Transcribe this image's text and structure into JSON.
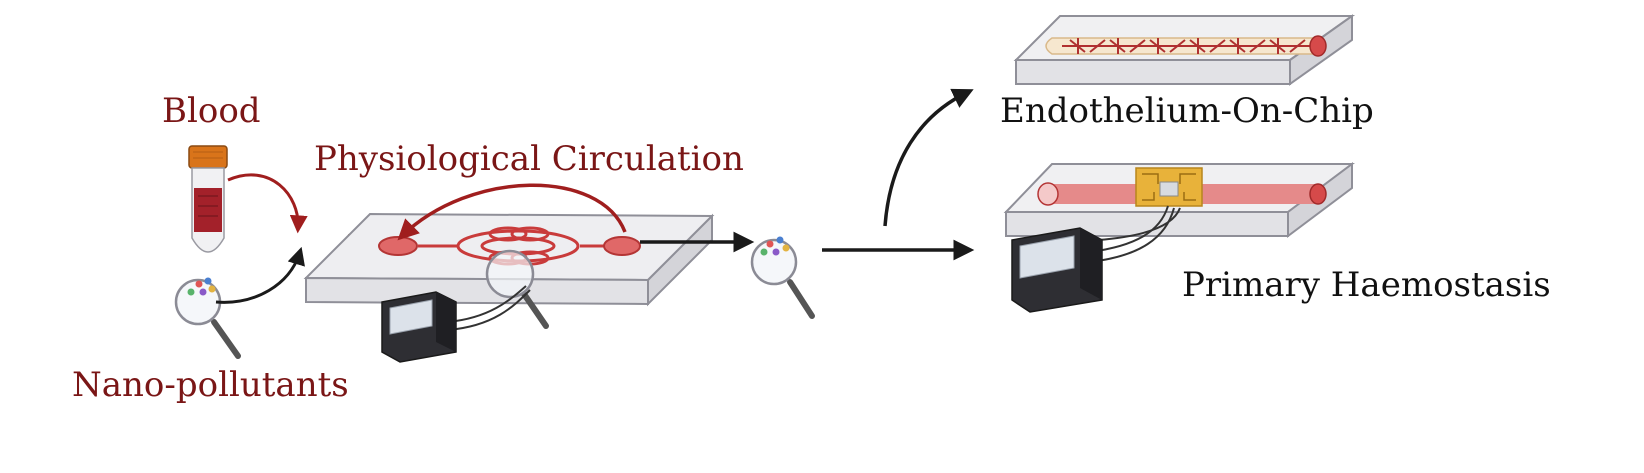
{
  "labels": {
    "blood": "Blood",
    "physiological_circulation": "Physiological Circulation",
    "nano_pollutants": "Nano-pollutants",
    "endothelium_on_chip": "Endothelium-On-Chip",
    "primary_haemostasis": "Primary Haemostasis"
  },
  "colors": {
    "label_red": "#7a1616",
    "label_black": "#111111",
    "chip_fill": "#eeeef0",
    "channel_red": "#d64a4a",
    "tube_cap": "#d9741a",
    "arrow_brown": "#a35a1a",
    "chip_gold": "#e8b23a"
  }
}
